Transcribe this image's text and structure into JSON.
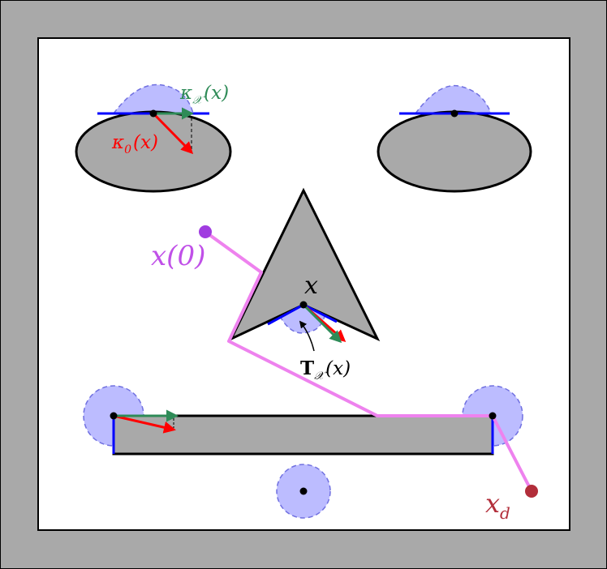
{
  "colors": {
    "wall": "#a9a9a9",
    "obstacle": "#a9a9a9",
    "free_space": "#ffffff",
    "outline": "#000000",
    "path": "#ee82ee",
    "start": "#a03ce0",
    "goal": "#b22e3a",
    "tangent": "#0000ff",
    "tangent_cone": "#b0b0ff",
    "kappa_x": "#2e8b57",
    "kappa_0": "#ff0000"
  },
  "labels": {
    "kappa_x_main": "κ",
    "kappa_x_sub": "𝒳",
    "kappa_x_arg": "(x)",
    "kappa_0_main": "κ",
    "kappa_0_sub": "0",
    "kappa_0_arg": "(x)",
    "start_label": "x(0)",
    "goal_main": "x",
    "goal_sub": "d",
    "point_label": "x",
    "tangent_main": "T",
    "tangent_sub": "𝒳",
    "tangent_arg": "(x)"
  }
}
